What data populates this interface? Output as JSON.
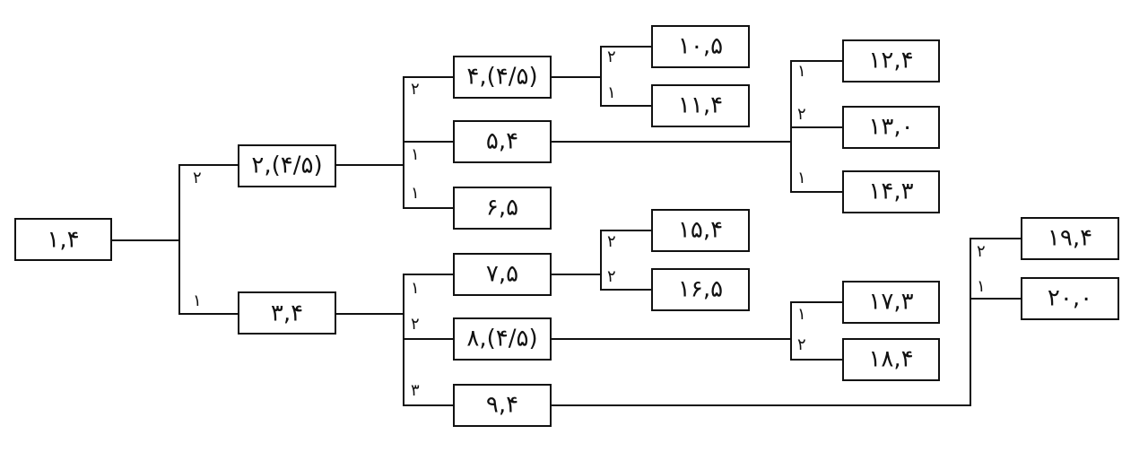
{
  "nodes": {
    "n1": "۱,۴",
    "n2": "۲,(۴/۵)",
    "n3": "۳,۴",
    "n4": "۴,(۴/۵)",
    "n5": "۵,۴",
    "n6": "۶,۵",
    "n7": "۷,۵",
    "n8": "۸,(۴/۵)",
    "n9": "۹,۴",
    "n10": "۱۰,۵",
    "n11": "۱۱,۴",
    "n12": "۱۲,۴",
    "n13": "۱۳,۰",
    "n14": "۱۴,۳",
    "n15": "۱۵,۴",
    "n16": "۱۶,۵",
    "n17": "۱۷,۳",
    "n18": "۱۸,۴",
    "n19": "۱۹,۴",
    "n20": "۲۰,۰"
  },
  "edge_labels": {
    "n1_n2": "۲",
    "n1_n3": "۱",
    "n2_n4": "۲",
    "n2_n5": "۱",
    "n2_n6": "۱",
    "n4_n10": "۲",
    "n4_n11": "۱",
    "n5_n12": "۱",
    "n5_n13": "۲",
    "n5_n14": "۱",
    "n3_n7": "۱",
    "n3_n8": "۲",
    "n3_n9": "۳",
    "n7_n15": "۲",
    "n7_n16": "۲",
    "n8_n17": "۱",
    "n8_n18": "۲",
    "n9_n19": "۲",
    "n9_n20": "۱"
  }
}
